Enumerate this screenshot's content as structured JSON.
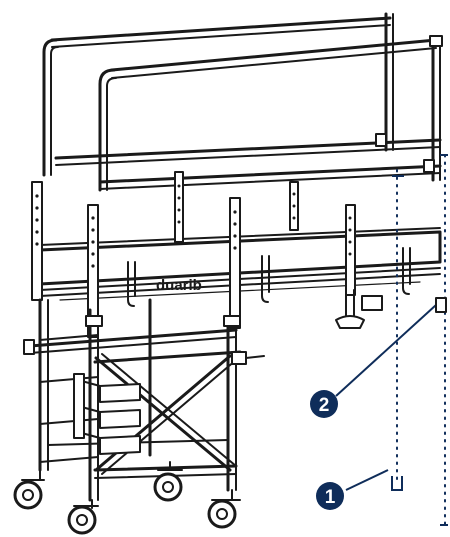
{
  "diagram": {
    "brand_label": "duarib",
    "callouts": [
      {
        "number": "1"
      },
      {
        "number": "2"
      }
    ],
    "colors": {
      "line": "#1a1a1a",
      "callout": "#0f2d5a",
      "background": "#ffffff"
    }
  }
}
